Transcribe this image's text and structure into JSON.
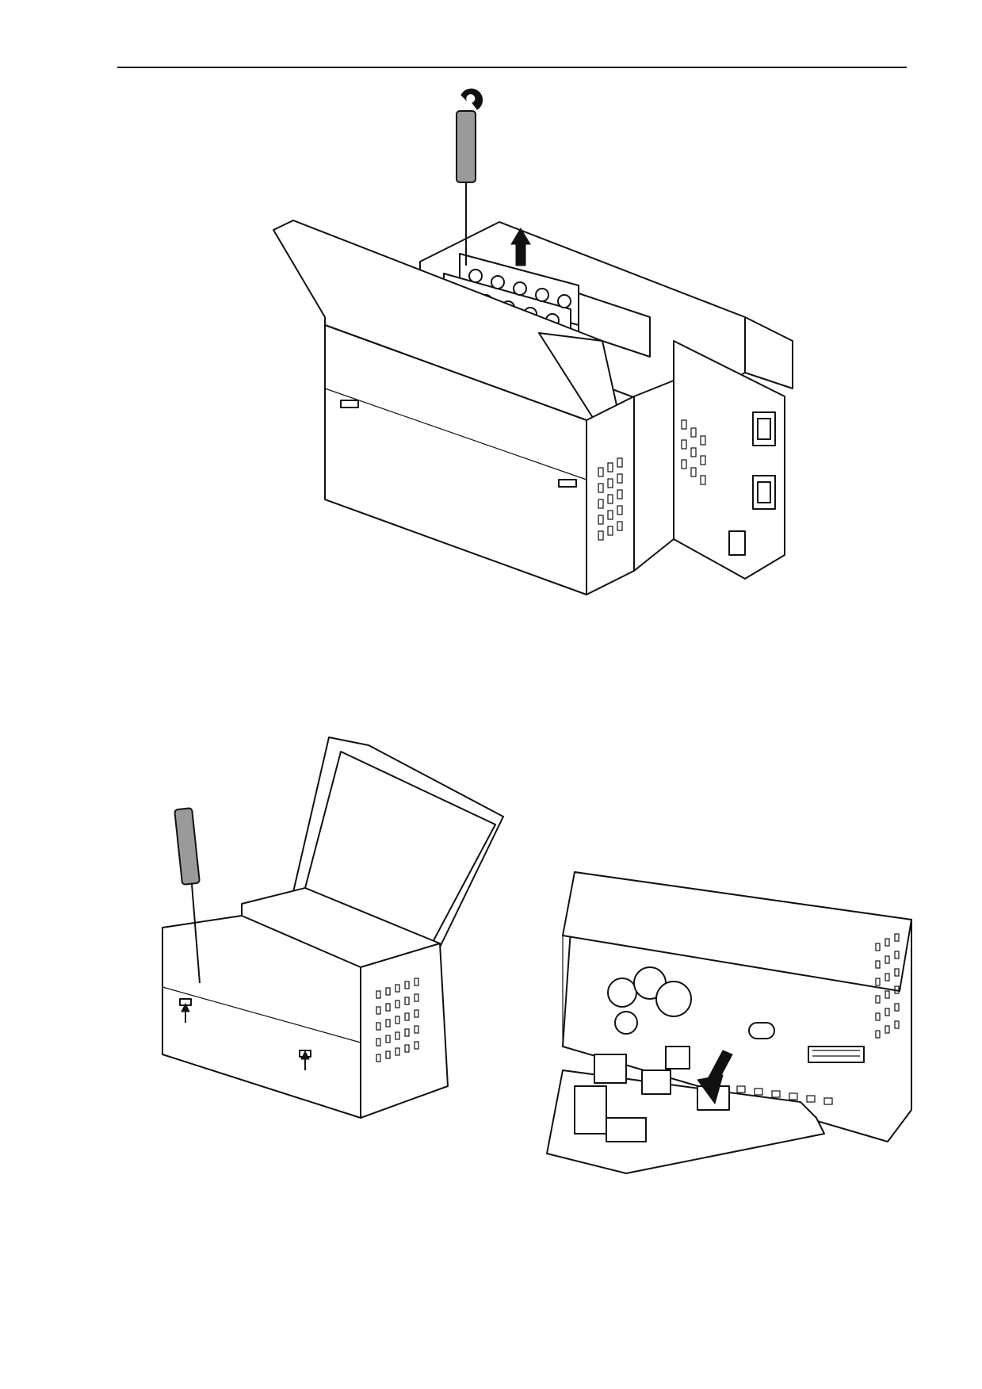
{
  "page": {
    "background": "#ffffff",
    "rule_color": "#1a1a1a"
  },
  "figures": [
    {
      "id": "fig-top",
      "icon": "screwdriver-unscrew-terminal-lift-illustration"
    },
    {
      "id": "fig-bottom-left",
      "icon": "screwdriver-release-latch-illustration"
    },
    {
      "id": "fig-bottom-right",
      "icon": "pcb-slide-out-illustration"
    }
  ]
}
